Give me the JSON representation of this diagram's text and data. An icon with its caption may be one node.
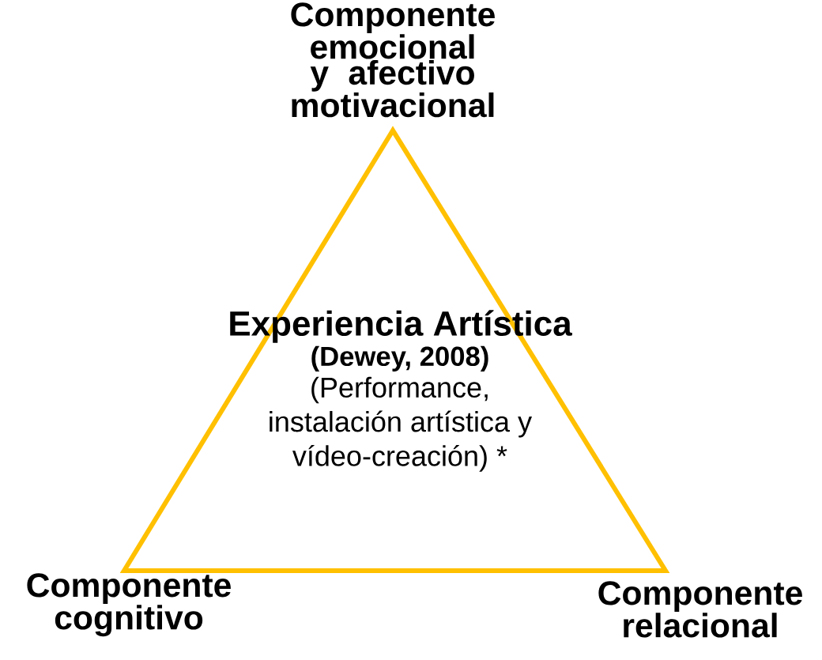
{
  "diagram": {
    "nodes": [
      {
        "text": [
          "Experiencia Artística",
          "(Dewey, 2008)",
          "(Performance, instalación artística y vídeo-creación) *"
        ]
      }
    ],
    "labels": [
      "Componente emocional y afectivo motivacional",
      "Componente cognitivo",
      "Componente relacional"
    ]
  }
}
